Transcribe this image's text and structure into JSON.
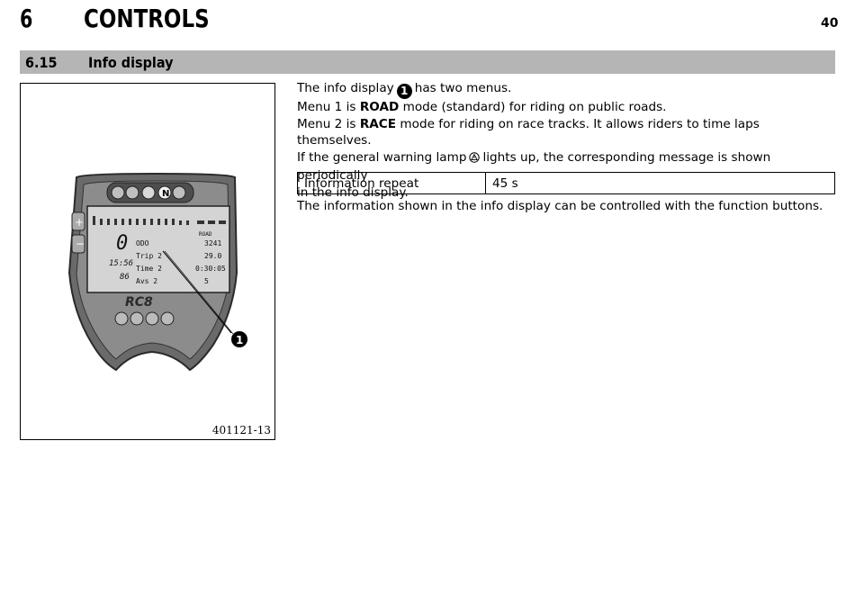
{
  "chapter": {
    "number": "6",
    "title": "CONTROLS"
  },
  "page_number": "40",
  "section": {
    "number": "6.15",
    "title": "Info display"
  },
  "figure": {
    "code": "401121-13",
    "callout": "1",
    "icons": [
      "warning-lamp-icon",
      "checkered-flag-icon",
      "neutral-icon"
    ]
  },
  "text": {
    "p1_a": "The info display",
    "p1_callout": "1",
    "p1_b": "has two menus.",
    "p2_a": "Menu 1 is",
    "p2_kw": "ROAD",
    "p2_b": "mode (standard) for riding on public roads.",
    "p3_a": "Menu 2 is",
    "p3_kw": "RACE",
    "p3_b": "mode for riding on race tracks. It allows riders to time laps themselves.",
    "p4_a": "If the  general warning lamp",
    "p4_b": "lights up, the corresponding message is shown periodically",
    "p4_c": "in the info display."
  },
  "table": {
    "rows": [
      {
        "label": "Information repeat",
        "value": "45 s"
      }
    ]
  },
  "after_text": "The information shown in the info display can be controlled with the function buttons.",
  "display_readout": {
    "speed": "0",
    "odo_label": "ODO",
    "odo_value": "3241",
    "trip_label": "Trip 2",
    "trip_value": "29.0",
    "time": "15:56",
    "time_label": "Time 2",
    "time_value": "0:30:05",
    "temp": "86",
    "avs_label": "Avs 2",
    "avs_value": "5",
    "mode": "ROAD",
    "brand": "RC8"
  }
}
